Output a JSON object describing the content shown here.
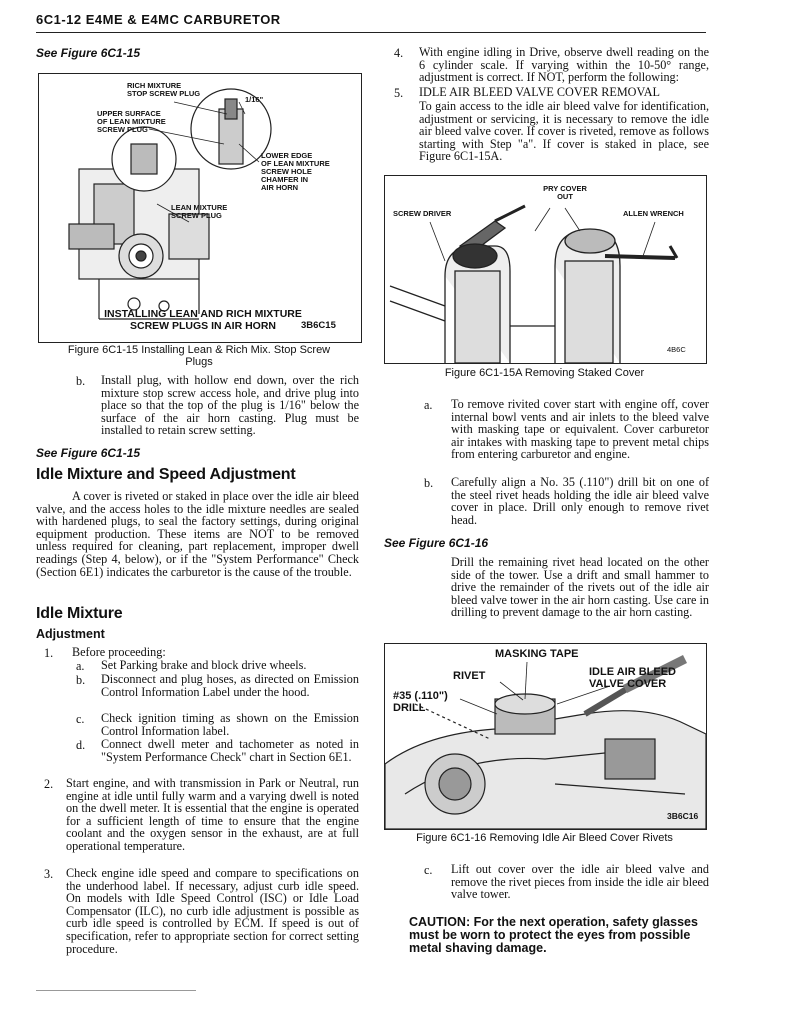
{
  "header": "6C1-12 E4ME & E4MC CARBURETOR",
  "left": {
    "see1": "See Figure 6C1-15",
    "fig15": {
      "labels": {
        "rich": "RICH MIXTURE\nSTOP SCREW PLUG",
        "sixteenth": "1/16\"",
        "upper": "UPPER SURFACE\nOF LEAN MIXTURE\nSCREW PLUG",
        "lower": "LOWER EDGE\nOF LEAN MIXTURE\nSCREW HOLE\nCHAMFER IN\nAIR HORN",
        "lean": "LEAN MIXTURE\nSCREW PLUG"
      },
      "title": "INSTALLING LEAN AND RICH MIXTURE\nSCREW PLUGS IN AIR HORN",
      "code": "3B6C15",
      "caption": "Figure 6C1-15 Installing Lean & Rich Mix. Stop Screw\nPlugs"
    },
    "item_b": "Install plug, with hollow end down, over the rich mixture stop screw access hole, and drive plug into place so that the top of the plug is 1/16\" below the surface of the air horn casting. Plug must be installed to retain screw setting.",
    "see2": "See Figure 6C1-15",
    "heading_idle_speed": "Idle Mixture and Speed Adjustment",
    "para": "A cover is riveted or staked in place over the idle air bleed valve, and the access holes to the idle mixture needles are sealed with hardened plugs, to seal the factory settings, during original equipment production. These items are NOT to be removed unless required for cleaning, part replacement, improper dwell readings (Step 4, below), or if the \"System Performance\" Check (Section 6E1) indicates the carburetor is the cause of the trouble.",
    "heading_idle": "Idle Mixture",
    "heading_adj": "Adjustment",
    "steps": [
      {
        "mark": "1.",
        "text": "Before proceeding:"
      },
      {
        "mark": "a.",
        "text": "Set Parking brake and block drive wheels."
      },
      {
        "mark": "b.",
        "text": "Disconnect and plug hoses, as directed on Emission Control Information Label under the hood."
      },
      {
        "mark": "c.",
        "text": "Check ignition timing as shown on the Emission Control Information label."
      },
      {
        "mark": "d.",
        "text": "Connect dwell meter and tachometer as noted in \"System Performance Check\" chart in Section 6E1."
      },
      {
        "mark": "2.",
        "text": "Start engine, and with transmission in Park or Neutral, run engine at idle until fully warm and a varying dwell is noted on the dwell meter. It is essential that the engine is operated for a sufficient length of time to ensure that the engine coolant and the oxygen sensor in the exhaust, are at full operational temperature."
      },
      {
        "mark": "3.",
        "text": "Check engine idle speed and compare to specifications on the underhood label. If necessary, adjust curb idle speed. On models with Idle Speed Control (ISC) or Idle Load Compensator (ILC), no curb idle adjustment is possible as curb idle speed is controlled by ECM. If speed is out of specification, refer to appropriate section for correct setting procedure."
      }
    ]
  },
  "right": {
    "step4": {
      "mark": "4.",
      "text": "With engine idling in Drive, observe dwell reading on the 6 cylinder scale. If varying within the 10-50° range, adjustment is correct. If NOT, perform the following:"
    },
    "step5_title": {
      "mark": "5.",
      "text": "IDLE AIR BLEED VALVE COVER REMOVAL"
    },
    "step5_text": "To gain access to the idle air bleed valve for identification, adjustment or servicing, it is necessary to remove the idle air bleed valve cover. If cover is riveted, remove as follows starting with Step \"a\". If cover is staked in place, see Figure 6C1-15A.",
    "fig15a": {
      "labels": {
        "pry": "PRY COVER\nOUT",
        "screwdriver": "SCREW DRIVER",
        "allen": "ALLEN WRENCH"
      },
      "code": "4B6C",
      "caption": "Figure 6C1-15A Removing Staked Cover"
    },
    "item_a": {
      "mark": "a.",
      "text": "To remove rivited cover start with engine off, cover internal bowl vents and air inlets to the bleed valve with masking tape or equivalent. Cover carburetor air intakes with masking tape to prevent metal chips from entering carburetor and engine."
    },
    "item_b": {
      "mark": "b.",
      "text": "Carefully align a No. 35 (.110\") drill bit on one of the steel rivet heads holding the idle air bleed valve cover in place. Drill only enough to remove rivet head."
    },
    "see3": "See Figure 6C1-16",
    "drill_text": "Drill the remaining rivet head located on the other side of the tower. Use a drift and small hammer to drive the remainder of the rivets out of the idle air bleed valve tower in the air horn casting. Use care in drilling to prevent damage to the air horn casting.",
    "fig16": {
      "labels": {
        "masking": "MASKING TAPE",
        "rivet": "RIVET",
        "idle": "IDLE AIR BLEED\nVALVE COVER",
        "drill": "#35 (.110\")\nDRILL"
      },
      "code": "3B6C16",
      "caption": "Figure 6C1-16 Removing Idle Air Bleed Cover Rivets"
    },
    "item_c": {
      "mark": "c.",
      "text": "Lift out cover over the idle air bleed valve and remove the rivet pieces from inside the idle air bleed valve tower."
    },
    "caution": "CAUTION: For the next operation, safety glasses must be worn to protect the eyes from possible metal shaving damage."
  }
}
